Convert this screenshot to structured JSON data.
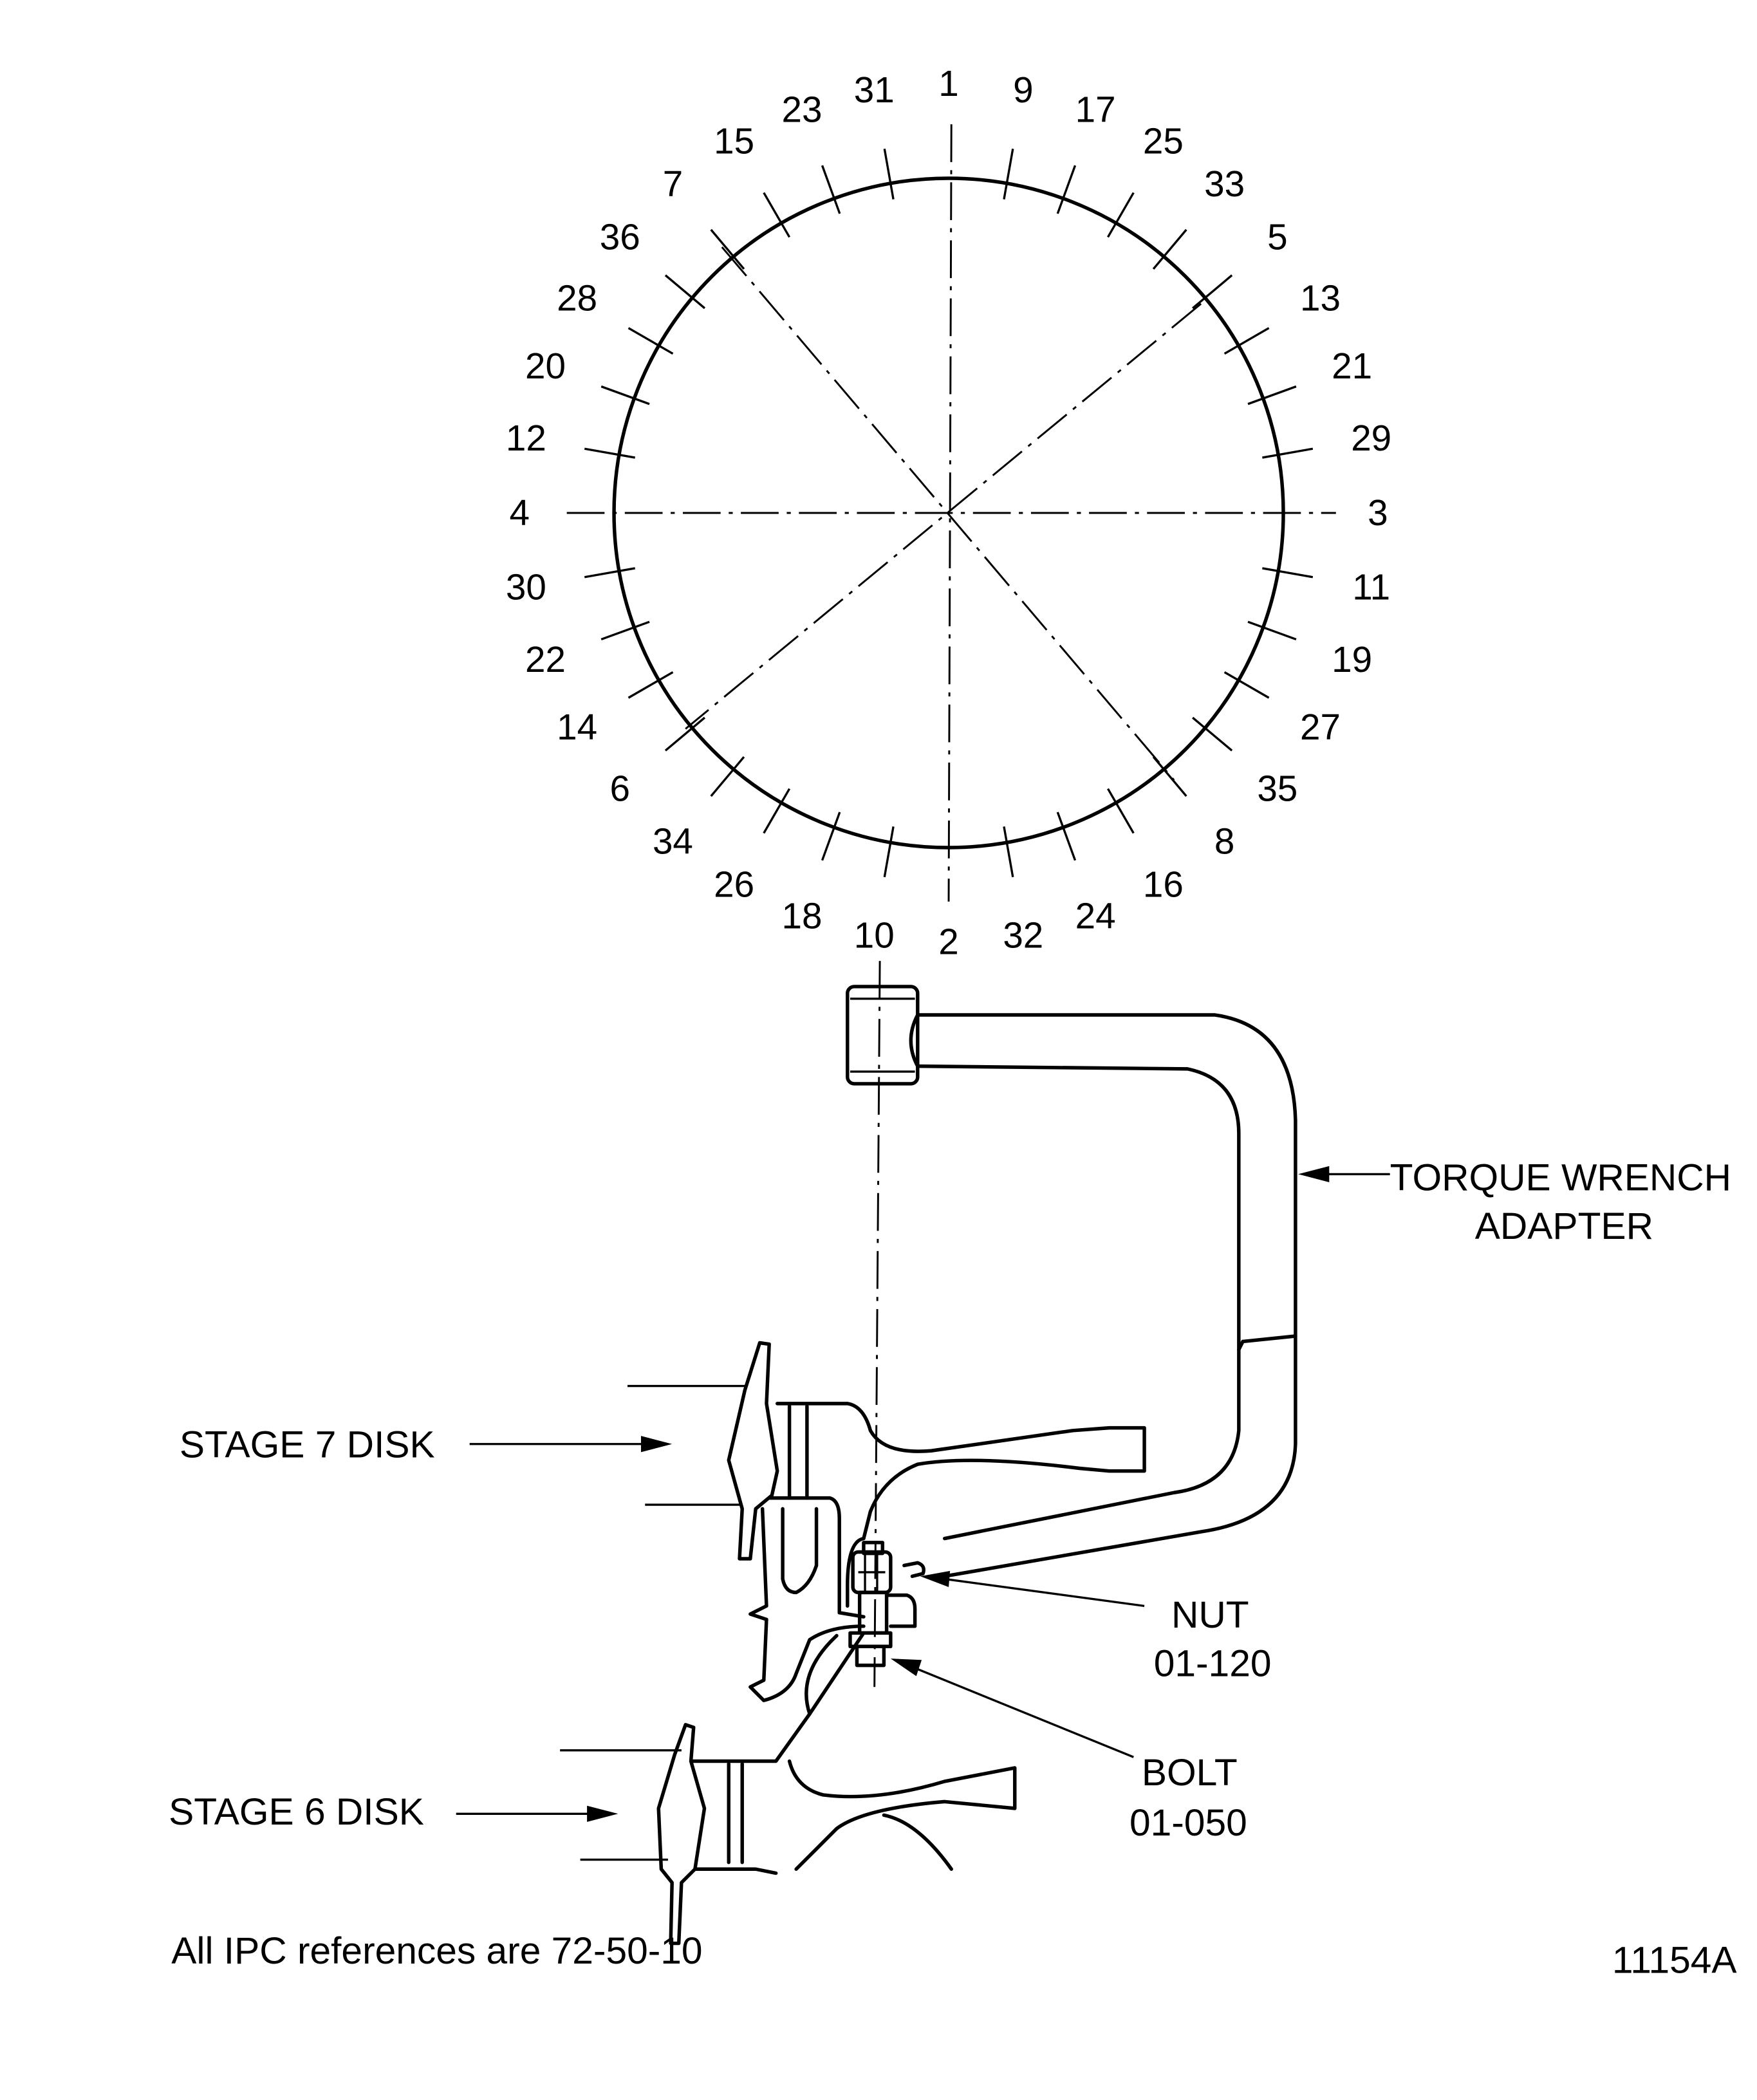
{
  "circle": {
    "bolt_positions": [
      "1",
      "9",
      "17",
      "25",
      "33",
      "5",
      "13",
      "21",
      "29",
      "3",
      "11",
      "19",
      "27",
      "35",
      "8",
      "16",
      "24",
      "32",
      "2",
      "10",
      "18",
      "26",
      "34",
      "6",
      "14",
      "22",
      "30",
      "4",
      "12",
      "20",
      "28",
      "36",
      "7",
      "15",
      "23",
      "31"
    ]
  },
  "labels": {
    "torque_wrench_line1": "TORQUE WRENCH",
    "torque_wrench_line2": "ADAPTER",
    "stage7": "STAGE 7 DISK",
    "stage6": "STAGE 6 DISK",
    "nut_line1": "NUT",
    "nut_line2": "01-120",
    "bolt_line1": "BOLT",
    "bolt_line2": "01-050"
  },
  "footer": {
    "ipc_note": "All IPC references are 72-50-10",
    "figure_id": "11154A"
  }
}
